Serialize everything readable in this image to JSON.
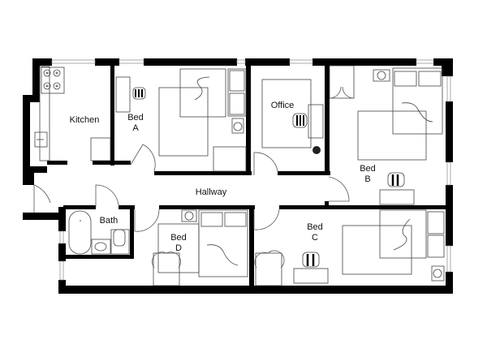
{
  "floorplan": {
    "rooms": [
      {
        "id": "kitchen",
        "label": "Kitchen"
      },
      {
        "id": "bed-a",
        "label": "Bed",
        "sub": "A"
      },
      {
        "id": "office",
        "label": "Office"
      },
      {
        "id": "bed-b",
        "label": "Bed",
        "sub": "B"
      },
      {
        "id": "hallway",
        "label": "Hallway"
      },
      {
        "id": "bath",
        "label": "Bath"
      },
      {
        "id": "bed-d",
        "label": "Bed",
        "sub": "D"
      },
      {
        "id": "bed-c",
        "label": "Bed",
        "sub": "C"
      }
    ],
    "colors": {
      "wall": "#000000",
      "line": "#444444",
      "background": "#ffffff"
    }
  }
}
